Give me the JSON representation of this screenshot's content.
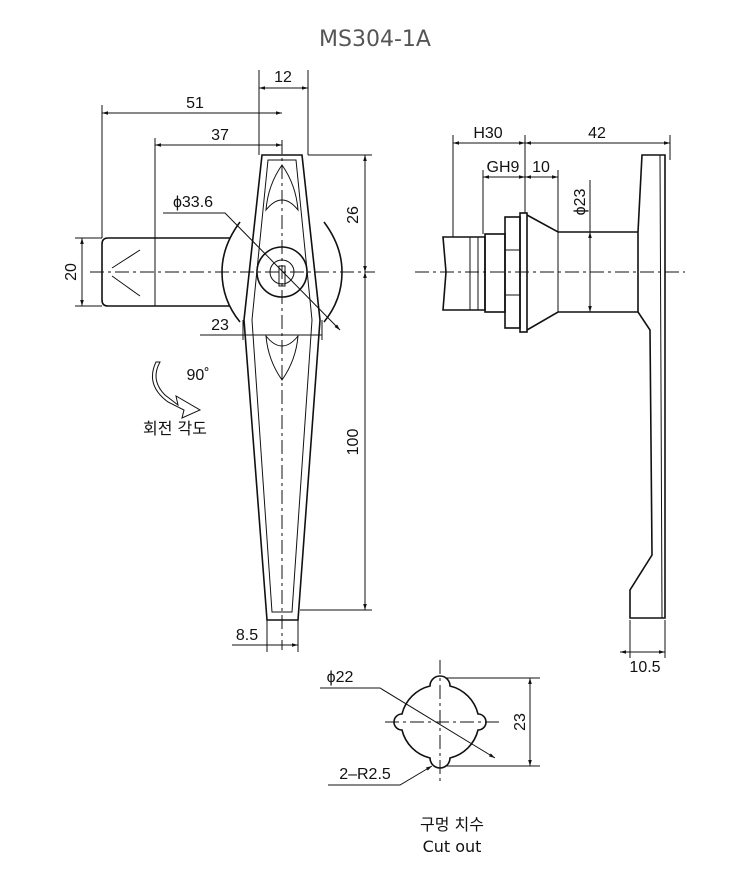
{
  "title": "MS304-1A",
  "front_view": {
    "dim_width_top": "12",
    "dim_51": "51",
    "dim_37": "37",
    "dim_diameter": "ϕ33.6",
    "dim_height_upper": "26",
    "dim_latch_height": "20",
    "dim_23": "23",
    "dim_length": "100",
    "dim_bottom": "8.5",
    "rotation_angle": "90˚",
    "rotation_label": "회전 각도"
  },
  "side_view": {
    "dim_h30": "H30",
    "dim_42": "42",
    "dim_gh9": "GH9",
    "dim_10": "10",
    "dim_diameter": "ϕ23",
    "dim_bottom": "10.5"
  },
  "cutout": {
    "dim_diameter": "ϕ22",
    "dim_height": "23",
    "dim_radius": "2–R2.5",
    "label_ko": "구멍 치수",
    "label_en": "Cut out"
  }
}
